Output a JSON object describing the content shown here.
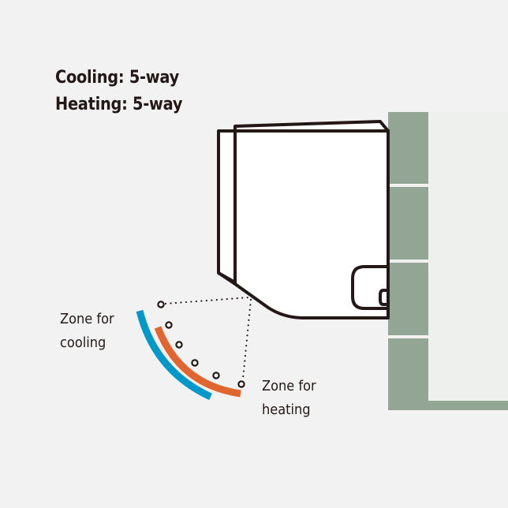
{
  "header": {
    "cooling_line": "Cooling: 5-way",
    "heating_line": "Heating: 5-way"
  },
  "labels": {
    "cooling_zone": [
      "Zone for",
      "cooling"
    ],
    "heating_zone": [
      "Zone for",
      "heating"
    ]
  },
  "colors": {
    "background": "#f2f2f2",
    "outline": "#231815",
    "cooling_arc": "#0098c8",
    "heating_arc": "#e0652f",
    "wall": "#93a595",
    "wall_inner": "#eef0ee",
    "unit_fill": "#ffffff"
  },
  "airflow_positions": 5
}
